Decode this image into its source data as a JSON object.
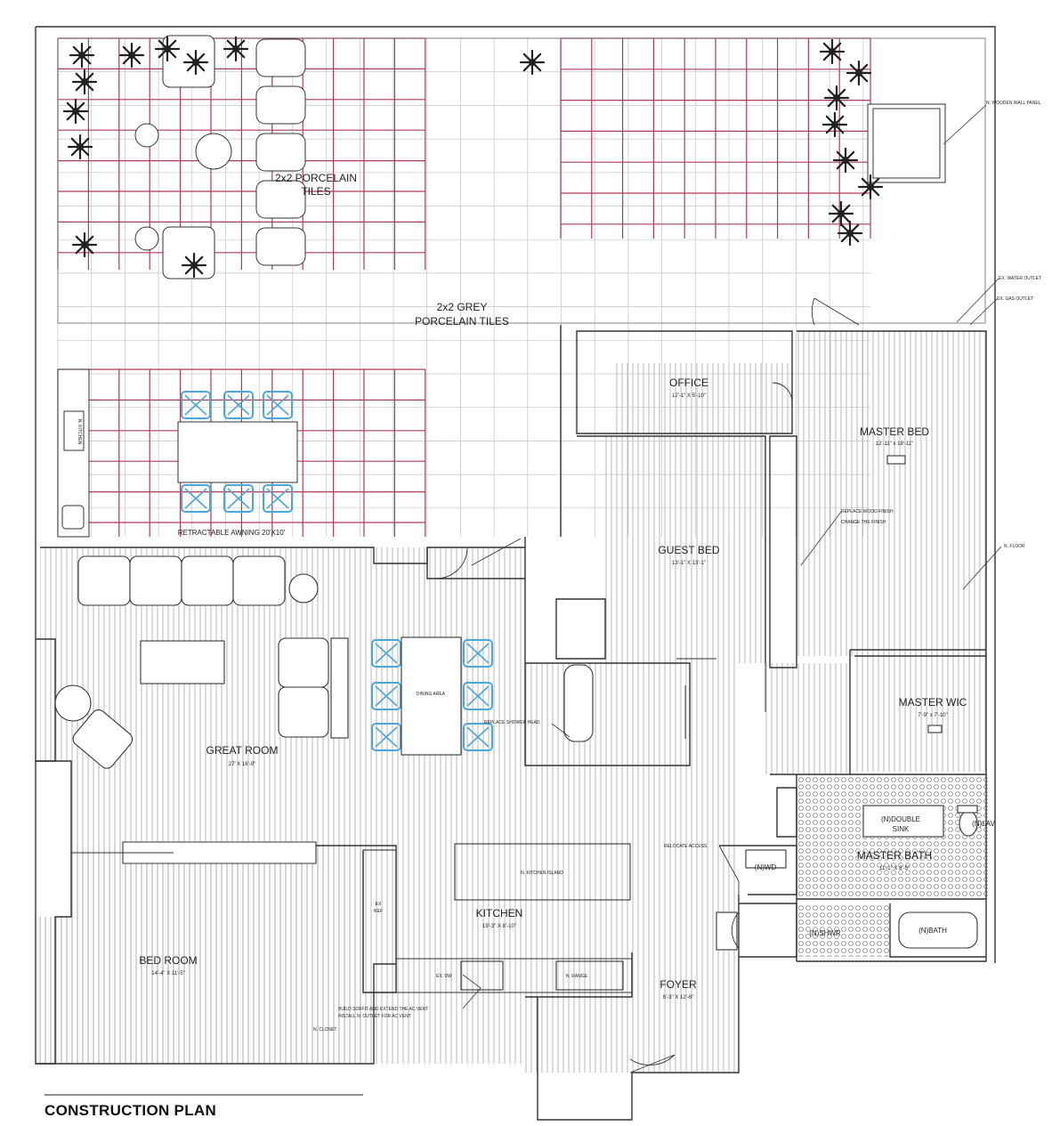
{
  "title": "CONSTRUCTION PLAN",
  "colors": {
    "wall": "#333333",
    "tile_grid": "#b03a5b",
    "chair": "#4aa8d8",
    "floor_line": "#9a9a9a",
    "text": "#222222"
  },
  "rooms": {
    "great_room": {
      "name": "GREAT ROOM",
      "dims": "27' X 16'-9\""
    },
    "bed_room": {
      "name": "BED ROOM",
      "dims": "14'-4\" X 11'-5\""
    },
    "kitchen": {
      "name": "KITCHEN",
      "dims": "19'-3\" X 8'-10\""
    },
    "foyer": {
      "name": "FOYER",
      "dims": "6'-3\" X 12'-6\""
    },
    "office": {
      "name": "OFFICE",
      "dims": "12'-1\" X 5'-10\""
    },
    "guest_bed": {
      "name": "GUEST BED",
      "dims": "13'-1\" X 13'-1\""
    },
    "master_bed": {
      "name": "MASTER BED",
      "dims": "12'-11\" x 18'-11\""
    },
    "master_wic": {
      "name": "MASTER WIC",
      "dims": "7'-9\" x 7'-10\""
    },
    "master_bath": {
      "name": "MASTER BATH",
      "dims": "11'-1\" X 8'-5\""
    }
  },
  "labels": {
    "porcelain_tiles": [
      "2x2 PORCELAIN",
      "TILES"
    ],
    "grey_tiles": [
      "2x2 GREY",
      "PORCELAIN TILES"
    ],
    "retractable_awning": "RETRACTABLE AWNING 20'X10'",
    "dining_area": "DINING AREA",
    "replace_shower_head": "REPLACE SHOWER HEAD",
    "kitchen_island": "N. KITCHEN ISLAND",
    "ex_ref": [
      "EX",
      "REF"
    ],
    "ex_dw": "EX. DW",
    "n_range": "N. RANGE",
    "soffit_note": [
      "BUILD SOFFIT AND EXTEND THE AC VENT",
      "INSTALL N. OUTLET FOR AC VENT"
    ],
    "n_closet": "N. CLOSET",
    "relocate_access": "RELOCATE ACCESS",
    "nwd": "(N)WD",
    "double_sink": [
      "(N)DOUBLE",
      "SINK"
    ],
    "n_lav": "(N)LAV",
    "n_shwr": "(N)SHWR",
    "n_bath": "(N)BATH",
    "wooden_wall_panel": "N. WOODEN WALL PANEL",
    "water_outlet": "EX. WATER OUTLET",
    "gas_outlet": "EX. GAS OUTLET",
    "replace_wood": [
      "REPLACE WOOD FINISH",
      "CHANGE THE FINISH"
    ],
    "n_floor": "N. FLOOR",
    "n_kitchen": "N. KITCHEN"
  }
}
